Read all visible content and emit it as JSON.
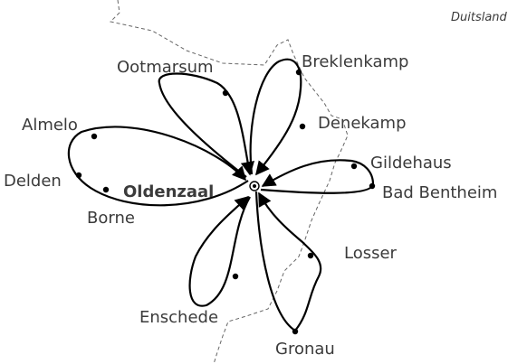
{
  "map": {
    "country_label": "Duitsland",
    "hub": {
      "name": "Oldenzaal"
    },
    "places": {
      "ootmarsum": "Ootmarsum",
      "breklenkamp": "Breklenkamp",
      "denekamp": "Denekamp",
      "almelo": "Almelo",
      "delden": "Delden",
      "borne": "Borne",
      "gildehaus": "Gildehaus",
      "bad_bentheim": "Bad Bentheim",
      "losser": "Losser",
      "enschede": "Enschede",
      "gronau": "Gronau"
    },
    "routes": [
      {
        "name": "ootmarsum",
        "stops": [
          "Ootmarsum"
        ]
      },
      {
        "name": "breklenkamp-denekamp",
        "stops": [
          "Breklenkamp",
          "Denekamp"
        ]
      },
      {
        "name": "almelo-delden-borne",
        "stops": [
          "Almelo",
          "Delden",
          "Borne"
        ]
      },
      {
        "name": "gildehaus-bad-bentheim",
        "stops": [
          "Gildehaus",
          "Bad Bentheim"
        ]
      },
      {
        "name": "losser-gronau",
        "stops": [
          "Losser",
          "Gronau"
        ]
      },
      {
        "name": "enschede",
        "stops": [
          "Enschede"
        ]
      }
    ]
  }
}
